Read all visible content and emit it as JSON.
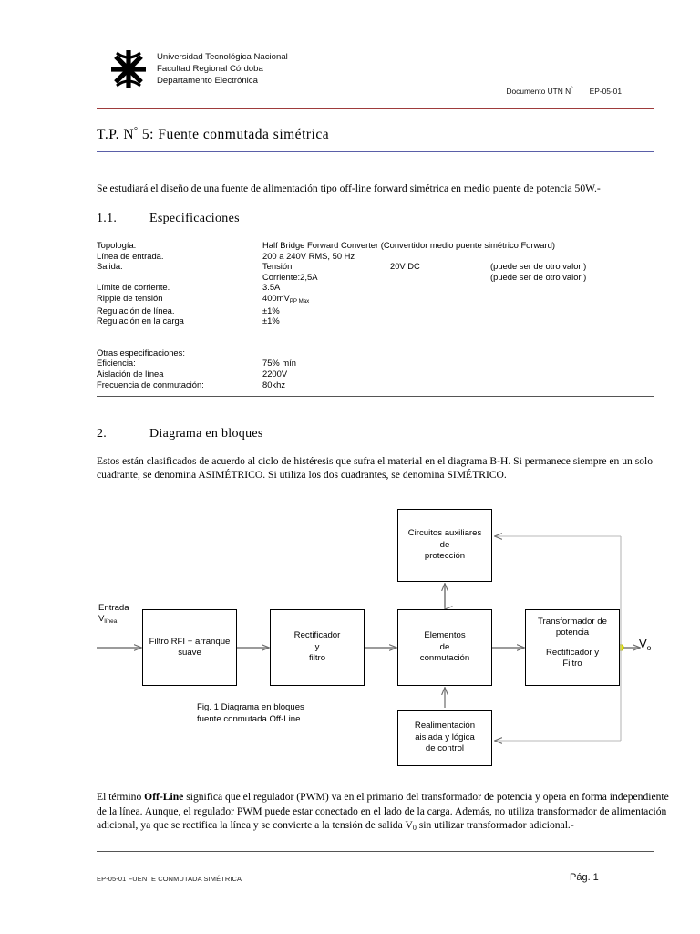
{
  "header": {
    "logo_icon": "utn-sun-star-logo",
    "org_lines": [
      "Universidad Tecnológica Nacional",
      "Facultad Regional Córdoba",
      "Departamento Electrónica"
    ],
    "doc_label": "Documento UTN N",
    "doc_label_sup": "°",
    "doc_number": "EP-05-01",
    "rule_color": "#9e3b3b"
  },
  "title": {
    "prefix": "T.P. N",
    "sup": "°",
    "text": " 5: Fuente conmutada simétrica",
    "rule_color": "#5a5fa8"
  },
  "intro": "Se estudiará el diseño de una fuente de alimentación tipo off-line forward simétrica en medio puente de potencia 50W.-",
  "sections": {
    "spec": {
      "number": "1.1.",
      "title": "Especificaciones"
    },
    "blocks": {
      "number": "2.",
      "title": "Diagrama en bloques"
    }
  },
  "specs": {
    "rows": [
      {
        "key": "Topología.",
        "value": "Half Bridge Forward Converter (Convertidor medio puente simétrico Forward)",
        "value2": "",
        "note": ""
      },
      {
        "key": "Línea de entrada.",
        "value": "200 a 240V RMS, 50 Hz",
        "value2": "",
        "note": ""
      },
      {
        "key": "Salida.",
        "value": "Tensión:",
        "value2": "20V DC",
        "note": "(puede ser de otro valor )"
      },
      {
        "key": "",
        "value": "Corriente:2,5A",
        "value2": "",
        "note": "(puede ser de otro valor )"
      },
      {
        "key": "Límite de corriente.",
        "value": "3.5A",
        "value2": "",
        "note": ""
      },
      {
        "key": "Ripple de tensión",
        "value": "400mV",
        "value_sub": "PP Max",
        "value2": "",
        "note": ""
      },
      {
        "key": "Regulación de línea.",
        "value": "±1%",
        "value2": "",
        "note": ""
      },
      {
        "key": "Regulación en la carga",
        "value": "±1%",
        "value2": "",
        "note": ""
      }
    ],
    "others_heading": "Otras especificaciones:",
    "others": [
      {
        "key": "Eficiencia:",
        "value": "75% mín"
      },
      {
        "key": "Aislación de línea",
        "value": "2200V"
      },
      {
        "key": "Frecuencia de conmutación:",
        "value": "80khz"
      }
    ]
  },
  "blocks_para": "Estos están clasificados de acuerdo al ciclo de histéresis que sufra el material en el diagrama B-H. Si permanece siempre en un solo cuadrante, se denomina ASIMÉTRICO. Si utiliza los dos cuadrantes, se denomina SIMÉTRICO.",
  "diagram": {
    "blocks": {
      "aux": {
        "line1": "Circuitos auxiliares",
        "line2": "de",
        "line3": "protección"
      },
      "rfi": {
        "line1": "Filtro RFI + arranque",
        "line2": "suave",
        "line3": ""
      },
      "rect": {
        "line1": "Rectificador",
        "line2": "y",
        "line3": "filtro"
      },
      "switch": {
        "line1": "Elementos",
        "line2": "de",
        "line3": "conmutación"
      },
      "trafo": {
        "line1": "Transformador de",
        "line2": "potencia",
        "line3": "Rectificador y",
        "line4": "Filtro"
      },
      "feedback": {
        "line1": "Realimentación",
        "line2": "aislada y lógica",
        "line3": "de control"
      }
    },
    "input_label": "Entrada",
    "input_symbol": "V",
    "input_sub": "línea",
    "output_symbol": "V",
    "output_sub": "o",
    "node_color": "#e8e800",
    "caption_line1": "Fig. 1  Diagrama en bloques",
    "caption_line2": "fuente conmutada Off-Line"
  },
  "offline_para": {
    "p1": "El término ",
    "bold": "Off-Line",
    "p2": " significa que el regulador (PWM) va en el primario del transformador de potencia y opera en forma independiente de la línea. Aunque, el regulador PWM puede estar conectado en el lado de la carga. Además, no utiliza transformador de alimentación adicional, ya que se rectifica la línea y se convierte a la tensión de salida V",
    "sub": "0",
    "p3": " sin utilizar transformador adicional.-"
  },
  "footer": {
    "left": "EP-05-01 FUENTE CONMUTADA SIMÉTRICA",
    "right": "Pág. 1"
  }
}
